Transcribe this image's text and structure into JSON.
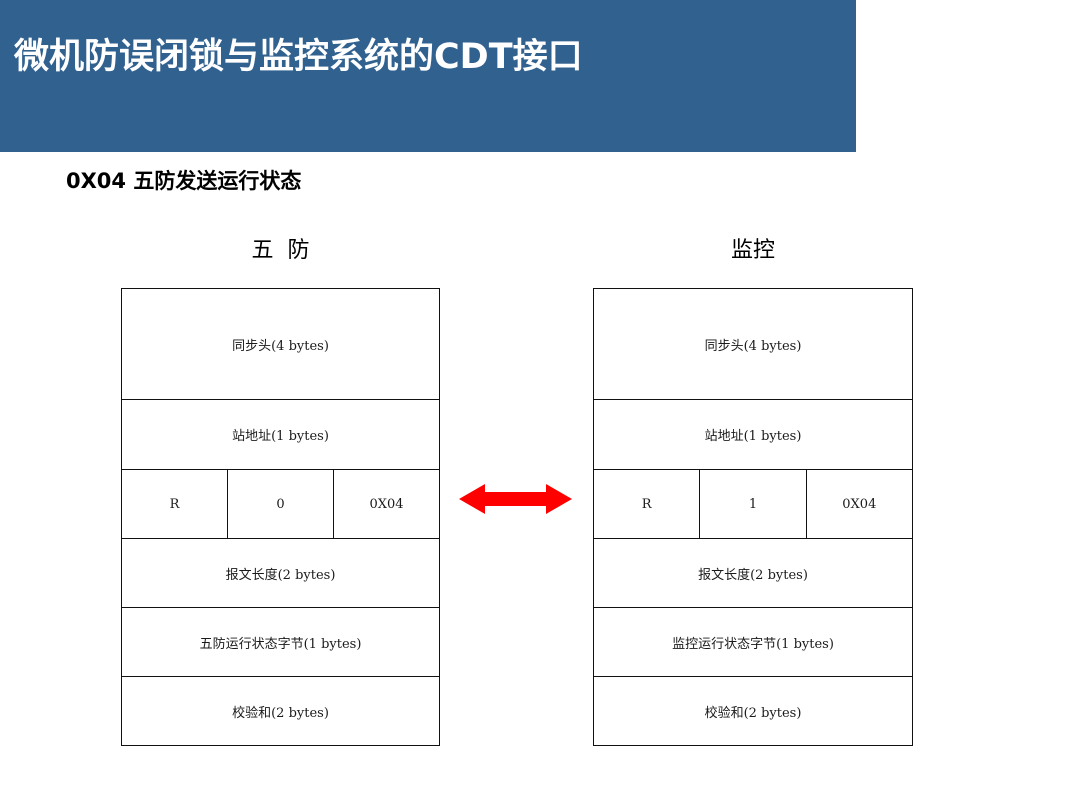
{
  "slide": {
    "title": "微机防误闭锁与监控系统的CDT接口",
    "subtitle": "0X04 五防发送运行状态",
    "banner_color": "#31618f",
    "arrow_color": "#FF0000"
  },
  "diagram": {
    "arrow_name": "bidirectional-arrow",
    "left": {
      "caption": "五  防",
      "rows": [
        {
          "label": "同步头(4 bytes)"
        },
        {
          "label": "站地址(1 bytes)"
        },
        {
          "flag": "R",
          "bit": "0",
          "code": "0X04"
        },
        {
          "label": "报文长度(2 bytes)"
        },
        {
          "label": "五防运行状态字节(1 bytes)"
        },
        {
          "label": "校验和(2 bytes)"
        }
      ]
    },
    "right": {
      "caption": "监控",
      "rows": [
        {
          "label": "同步头(4 bytes)"
        },
        {
          "label": "站地址(1 bytes)"
        },
        {
          "flag": "R",
          "bit": "1",
          "code": "0X04"
        },
        {
          "label": "报文长度(2 bytes)"
        },
        {
          "label": "监控运行状态字节(1 bytes)"
        },
        {
          "label": "校验和(2 bytes)"
        }
      ]
    }
  }
}
